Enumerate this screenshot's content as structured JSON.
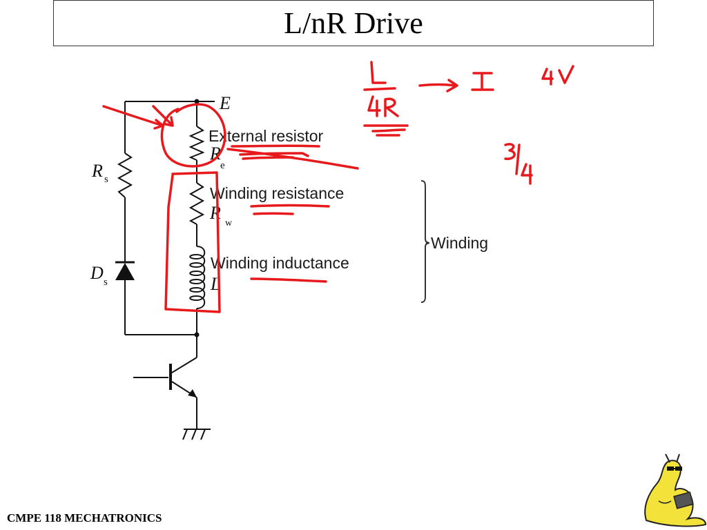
{
  "slide": {
    "title": "L/nR Drive",
    "footer": "CMPE 118 MECHATRONICS"
  },
  "circuit": {
    "supply_label": "E",
    "rs": {
      "main": "R",
      "sub": "s"
    },
    "ds": {
      "main": "D",
      "sub": "s"
    },
    "re": {
      "main": "R",
      "sub": "e"
    },
    "rw": {
      "main": "R",
      "sub": "w"
    },
    "l_label": "L",
    "external_resistor": "External resistor",
    "winding_resistance": "Winding resistance",
    "winding_inductance": "Winding inductance",
    "winding": "Winding"
  },
  "colors": {
    "ink": "#111111",
    "pen": "#e8191c",
    "mascot": "#f2e23a"
  },
  "handwriting": {
    "L": "L",
    "fourR": "4R",
    "I": "I",
    "fourV": "4V",
    "threeFourths": "3/4"
  }
}
